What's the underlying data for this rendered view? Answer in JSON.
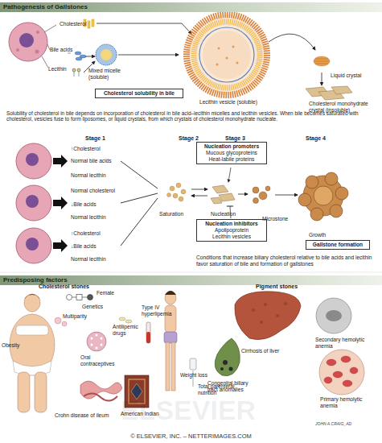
{
  "diagram": {
    "caption": "© ELSEVIER, INC. – NETTERIMAGES.COM",
    "nodes": [
      {
        "text": [
          "Pathogenesis of Gallstones"
        ]
      },
      {
        "text": [
          "Cholesterol solubility in bile"
        ]
      },
      {
        "text": [
          "Nucleation promoters",
          "Mucous glycoproteins",
          "Heat-labile proteins"
        ]
      },
      {
        "text": [
          "Nucleation inhibitors",
          "Apolipoprotein",
          "Lecithin vesicles"
        ]
      },
      {
        "text": [
          "Gallstone formation"
        ]
      },
      {
        "text": [
          "Predisposing factors"
        ]
      }
    ],
    "labels": [
      "Cholesterol",
      "Bile acids",
      "Lecithin",
      "Mixed micelle (soluble)",
      "Lecithin vesicle (soluble)",
      "Liquid crystal",
      "Cholesterol monohydrate crystal (insoluble)",
      "Solubility of cholesterol in bile depends on incorporation of cholesterol in bile acid–lecithin micelles and lecithin vesicles. When bile becomes saturated with cholesterol, vesicles fuse to form liposomes, or liquid crystals, from which crystals of cholesterol monohydrate nucleate.",
      "Stage 1",
      "↑Cholesterol",
      "Normal bile acids",
      "Normal lecithin",
      "Normal cholesterol",
      "↓Bile acids",
      "Normal lecithin",
      "↑Cholesterol",
      "↓Bile acids",
      "Normal lecithin",
      "Stage 2",
      "Stage 3",
      "Stage 4",
      "Saturation",
      "Nucleation",
      "Microstone",
      "Growth",
      "Conditions that increase biliary cholesterol relative to bile acids and lecithin favor saturation of bile and formation of gallstones",
      "Cholesterol stones",
      "Female",
      "Genetics",
      "Multiparity",
      "Type IV hyperlipemia",
      "Antilipemic drugs",
      "Obesity",
      "Oral contraceptives",
      "Weight loss",
      "Total parenteral nutrition",
      "Crohn disease of ileum",
      "American Indian",
      "Pigment stones",
      "Secondary hemolytic anemia",
      "Cirrhosis of liver",
      "Congenital biliary tract anomalies",
      "Primary hemolytic anemia",
      "ELSEVIER",
      "JOHN A.CRAIG_AD"
    ]
  }
}
